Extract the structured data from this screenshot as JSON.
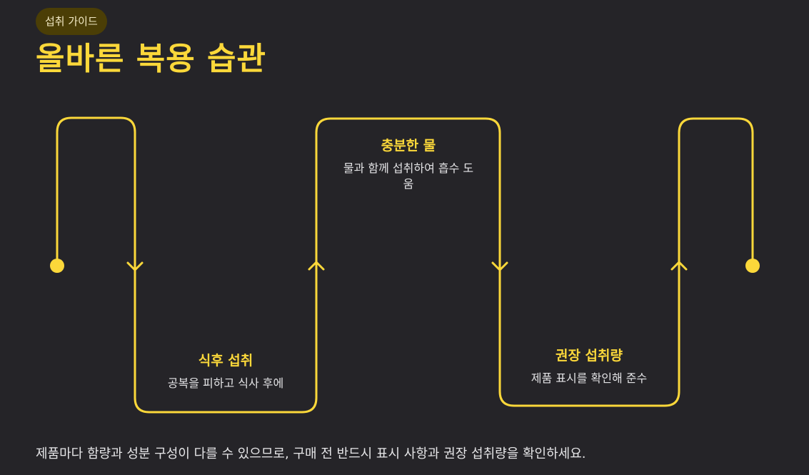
{
  "badge": "섭취 가이드",
  "title": "올바른 복용 습관",
  "colors": {
    "background": "#252428",
    "accent": "#fcd83a",
    "badge_background": "#4b3e06"
  },
  "steps": [
    {
      "title": "식후 섭취",
      "description": "공복을 피하고 식사 후에"
    },
    {
      "title": "충분한 물",
      "description": "물과 함께 섭취하여 흡수 도움"
    },
    {
      "title": "권장 섭취량",
      "description": "제품 표시를 확인해 준수"
    }
  ],
  "footnote": "제품마다 함량과 성분 구성이 다를 수 있으므로, 구매 전 반드시 표시 사항과 권장 섭취량을 확인하세요."
}
